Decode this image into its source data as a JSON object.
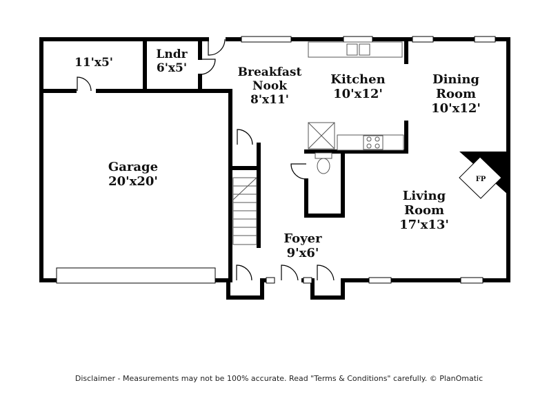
{
  "colors": {
    "wall": "#000000",
    "fixture": "#555555",
    "background": "#ffffff"
  },
  "rooms": [
    {
      "id": "storage",
      "name": "",
      "size": "11'x5'"
    },
    {
      "id": "laundry",
      "name": "Lndr",
      "size": "6'x5'"
    },
    {
      "id": "breakfast-nook",
      "name": "Breakfast\nNook",
      "size": "8'x11'"
    },
    {
      "id": "kitchen",
      "name": "Kitchen",
      "size": "10'x12'"
    },
    {
      "id": "dining-room",
      "name": "Dining\nRoom",
      "size": "10'x12'"
    },
    {
      "id": "garage",
      "name": "Garage",
      "size": "20'x20'"
    },
    {
      "id": "living-room",
      "name": "Living\nRoom",
      "size": "17'x13'"
    },
    {
      "id": "foyer",
      "name": "Foyer",
      "size": "9'x6'"
    }
  ],
  "fireplace_label": "FP",
  "disclaimer": "Disclaimer - Measurements may not be 100% accurate. Read \"Terms & Conditions\" carefully. © PlanOmatic"
}
